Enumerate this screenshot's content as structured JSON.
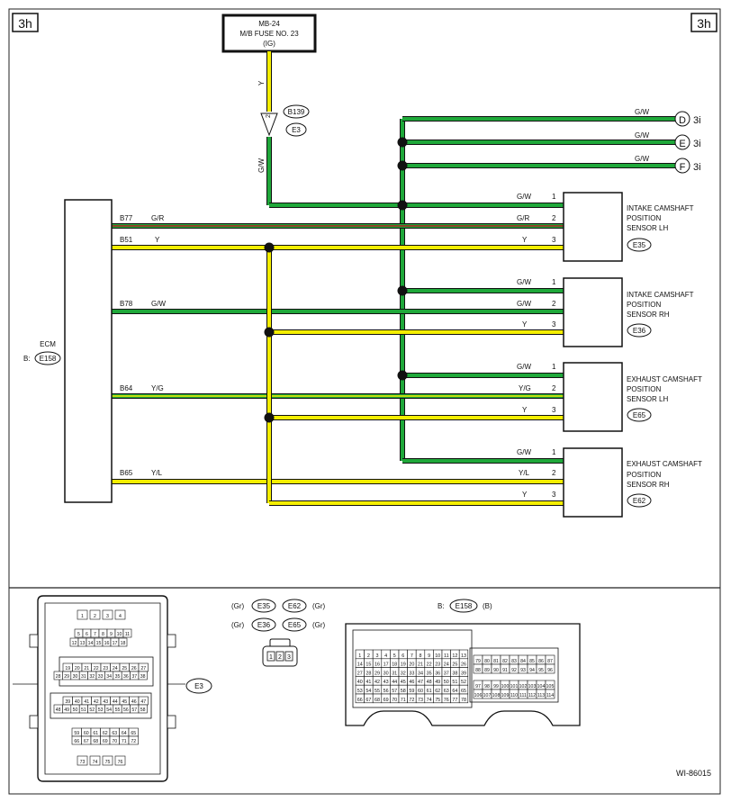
{
  "page": {
    "tag_left": "3h",
    "tag_right": "3h",
    "figure_id": "WI-86015"
  },
  "fuse": {
    "line1": "MB-24",
    "line2": "M/B FUSE NO. 23",
    "line3": "(IG)"
  },
  "fuse_wire": {
    "top_color": "Y",
    "bottom_color": "G/W",
    "pin": "2",
    "conn_a": "B139",
    "conn_b": "E3"
  },
  "offpage": [
    {
      "color": "G/W",
      "letter": "D",
      "ref": "3i"
    },
    {
      "color": "G/W",
      "letter": "E",
      "ref": "3i"
    },
    {
      "color": "G/W",
      "letter": "F",
      "ref": "3i"
    }
  ],
  "ecm": {
    "label": "ECM",
    "prefix": "B:",
    "conn": "E158"
  },
  "ecm_wires": [
    {
      "pin": "B77",
      "color": "G/R"
    },
    {
      "pin": "B51",
      "color": "Y"
    },
    {
      "pin": "B78",
      "color": "G/W"
    },
    {
      "pin": "B64",
      "color": "Y/G"
    },
    {
      "pin": "B65",
      "color": "Y/L"
    }
  ],
  "sensors": [
    {
      "name1": "INTAKE CAMSHAFT",
      "name2": "POSITION",
      "name3": "SENSOR LH",
      "conn": "E35",
      "pins": [
        {
          "color": "G/W",
          "pin": "1"
        },
        {
          "color": "G/R",
          "pin": "2"
        },
        {
          "color": "Y",
          "pin": "3"
        }
      ]
    },
    {
      "name1": "INTAKE CAMSHAFT",
      "name2": "POSITION",
      "name3": "SENSOR RH",
      "conn": "E36",
      "pins": [
        {
          "color": "G/W",
          "pin": "1"
        },
        {
          "color": "G/W",
          "pin": "2"
        },
        {
          "color": "Y",
          "pin": "3"
        }
      ]
    },
    {
      "name1": "EXHAUST CAMSHAFT",
      "name2": "POSITION",
      "name3": "SENSOR LH",
      "conn": "E65",
      "pins": [
        {
          "color": "G/W",
          "pin": "1"
        },
        {
          "color": "Y/G",
          "pin": "2"
        },
        {
          "color": "Y",
          "pin": "3"
        }
      ]
    },
    {
      "name1": "EXHAUST CAMSHAFT",
      "name2": "POSITION",
      "name3": "SENSOR RH",
      "conn": "E62",
      "pins": [
        {
          "color": "G/W",
          "pin": "1"
        },
        {
          "color": "Y/L",
          "pin": "2"
        },
        {
          "color": "Y",
          "pin": "3"
        }
      ]
    }
  ],
  "legend": {
    "e3_label": "E3",
    "group": {
      "color": "(Gr)",
      "c1": "E35",
      "c2": "E62",
      "c3": "E36",
      "c4": "E65"
    },
    "small_pins": [
      "1",
      "2",
      "3"
    ],
    "e158": {
      "prefix": "B:",
      "conn": "E158",
      "color": "(B)"
    }
  },
  "e3_rows": [
    [
      "1",
      "2",
      "3",
      "4"
    ],
    [
      "5",
      "6",
      "7",
      "8",
      "9",
      "10",
      "11"
    ],
    [
      "12",
      "13",
      "14",
      "15",
      "16",
      "17",
      "18"
    ],
    [
      "19",
      "20",
      "21",
      "22",
      "23",
      "24",
      "25",
      "26",
      "27"
    ],
    [
      "28",
      "29",
      "30",
      "31",
      "32",
      "33",
      "34",
      "35",
      "36",
      "37",
      "38"
    ],
    [
      "39",
      "40",
      "41",
      "42",
      "43",
      "44",
      "45",
      "46",
      "47"
    ],
    [
      "48",
      "49",
      "50",
      "51",
      "52",
      "53",
      "54",
      "55",
      "56",
      "57",
      "58"
    ],
    [
      "59",
      "60",
      "61",
      "62",
      "63",
      "64",
      "65"
    ],
    [
      "66",
      "67",
      "68",
      "69",
      "70",
      "71",
      "72"
    ],
    [
      "73",
      "74",
      "75",
      "76"
    ]
  ],
  "e158_left_rows": [
    [
      "1",
      "2",
      "3",
      "4",
      "5",
      "6",
      "7",
      "8",
      "9",
      "10",
      "11",
      "12",
      "13"
    ],
    [
      "14",
      "15",
      "16",
      "17",
      "18",
      "19",
      "20",
      "21",
      "22",
      "23",
      "24",
      "25",
      "26"
    ],
    [
      "27",
      "28",
      "29",
      "30",
      "31",
      "32",
      "33",
      "34",
      "35",
      "36",
      "37",
      "38",
      "39"
    ],
    [
      "40",
      "41",
      "42",
      "43",
      "44",
      "45",
      "46",
      "47",
      "48",
      "49",
      "50",
      "51",
      "52"
    ],
    [
      "53",
      "54",
      "55",
      "56",
      "57",
      "58",
      "59",
      "60",
      "61",
      "62",
      "63",
      "64",
      "65"
    ],
    [
      "66",
      "67",
      "68",
      "69",
      "70",
      "71",
      "72",
      "73",
      "74",
      "75",
      "76",
      "77",
      "78"
    ]
  ],
  "e158_right_rows": [
    [
      "79",
      "80",
      "81",
      "82",
      "83",
      "84",
      "85",
      "86",
      "87"
    ],
    [
      "88",
      "89",
      "90",
      "91",
      "92",
      "93",
      "94",
      "95",
      "96"
    ],
    [
      "97",
      "98",
      "99",
      "100",
      "101",
      "102",
      "103",
      "104",
      "105"
    ],
    [
      "106",
      "107",
      "108",
      "109",
      "110",
      "111",
      "112",
      "113",
      "114"
    ]
  ],
  "colors": {
    "yellow": "#f4ee00",
    "green": "#1fa83a",
    "red": "#b02020",
    "black": "#111111"
  }
}
